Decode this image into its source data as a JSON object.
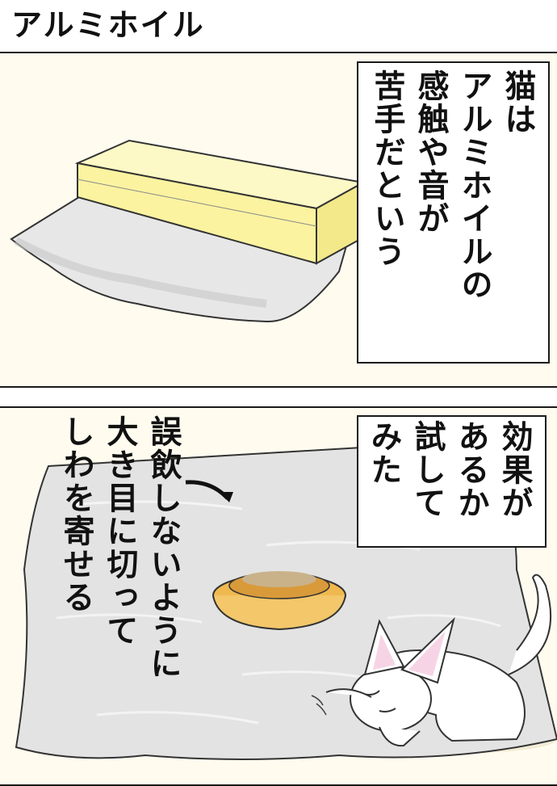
{
  "title": "アルミホイル",
  "panel1": {
    "caption_lines": [
      "猫は",
      "アルミホイルの",
      "感触や音が",
      "苦手だという"
    ]
  },
  "panel2": {
    "caption_lines": [
      "効果が",
      "あるか",
      "試して",
      "みた"
    ],
    "annotation_lines": [
      "誤飲しないように",
      "大き目に切って",
      "しわを寄せる"
    ]
  },
  "colors": {
    "panel_bg": "#fffcef",
    "foil_box": "#fbf6a6",
    "foil_sheet": "#e6e6e6",
    "bowl": "#f3c76a",
    "cat": "#ffffff"
  },
  "icons": [
    "foil-box-illustration",
    "foil-sheet-illustration",
    "food-bowl-illustration",
    "cat-illustration",
    "arrow-icon"
  ]
}
